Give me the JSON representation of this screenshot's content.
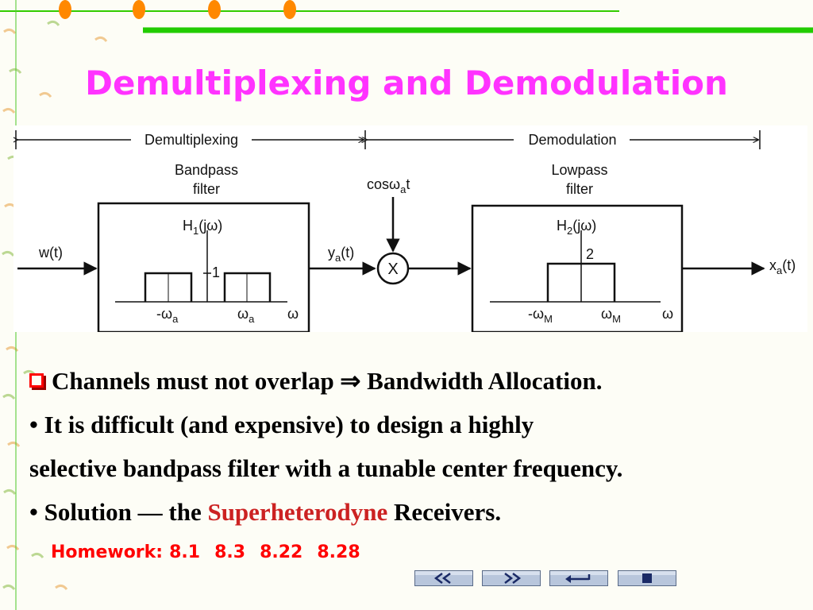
{
  "slide": {
    "title": "Demultiplexing and Demodulation"
  },
  "diagram": {
    "section_demux": "Demultiplexing",
    "section_demod": "Demodulation",
    "bpf_label_1": "Bandpass",
    "bpf_label_2": "filter",
    "lpf_label_1": "Lowpass",
    "lpf_label_2": "filter",
    "input": "w(t)",
    "mid_signal": "y",
    "mid_sub": "a",
    "mid_rest": "(t)",
    "output": "x",
    "output_sub": "a",
    "output_rest": "(t)",
    "carrier_pre": "cosω",
    "carrier_sub": "a",
    "carrier_post": "t",
    "mixer": "X",
    "h1_pre": "H",
    "h1_sub": "1",
    "h1_post": "(jω)",
    "h1_gain": "1",
    "h1_neg_tick": "-ω",
    "h1_neg_sub": "a",
    "h1_pos_tick": "ω",
    "h1_pos_sub": "a",
    "h1_axis": "ω",
    "h2_pre": "H",
    "h2_sub": "2",
    "h2_post": "(jω)",
    "h2_gain": "2",
    "h2_neg_tick": "-ω",
    "h2_neg_sub": "M",
    "h2_pos_tick": "ω",
    "h2_pos_sub": "M",
    "h2_axis": "ω"
  },
  "bullets": {
    "line1": "Channels must not overlap ⇒ Bandwidth Allocation.",
    "line2": "• It is difficult (and expensive) to design a highly",
    "line3": "selective bandpass filter with a tunable center frequency.",
    "line4_pre": "• Solution — the ",
    "line4_hl": "Superheterodyne",
    "line4_post": " Receivers.",
    "highlight_color": "#cc2222"
  },
  "homework": {
    "label": "Homework:",
    "items": [
      "8.1",
      "8.3",
      "8.22",
      "8.28"
    ],
    "color": "#ff0000"
  },
  "nav": {
    "buttons": [
      "rewind-icon",
      "fast-forward-icon",
      "return-icon",
      "stop-icon"
    ]
  },
  "theme": {
    "title_color": "#ff33ff",
    "accent_green": "#22cc00",
    "dot_color": "#ff8800"
  }
}
